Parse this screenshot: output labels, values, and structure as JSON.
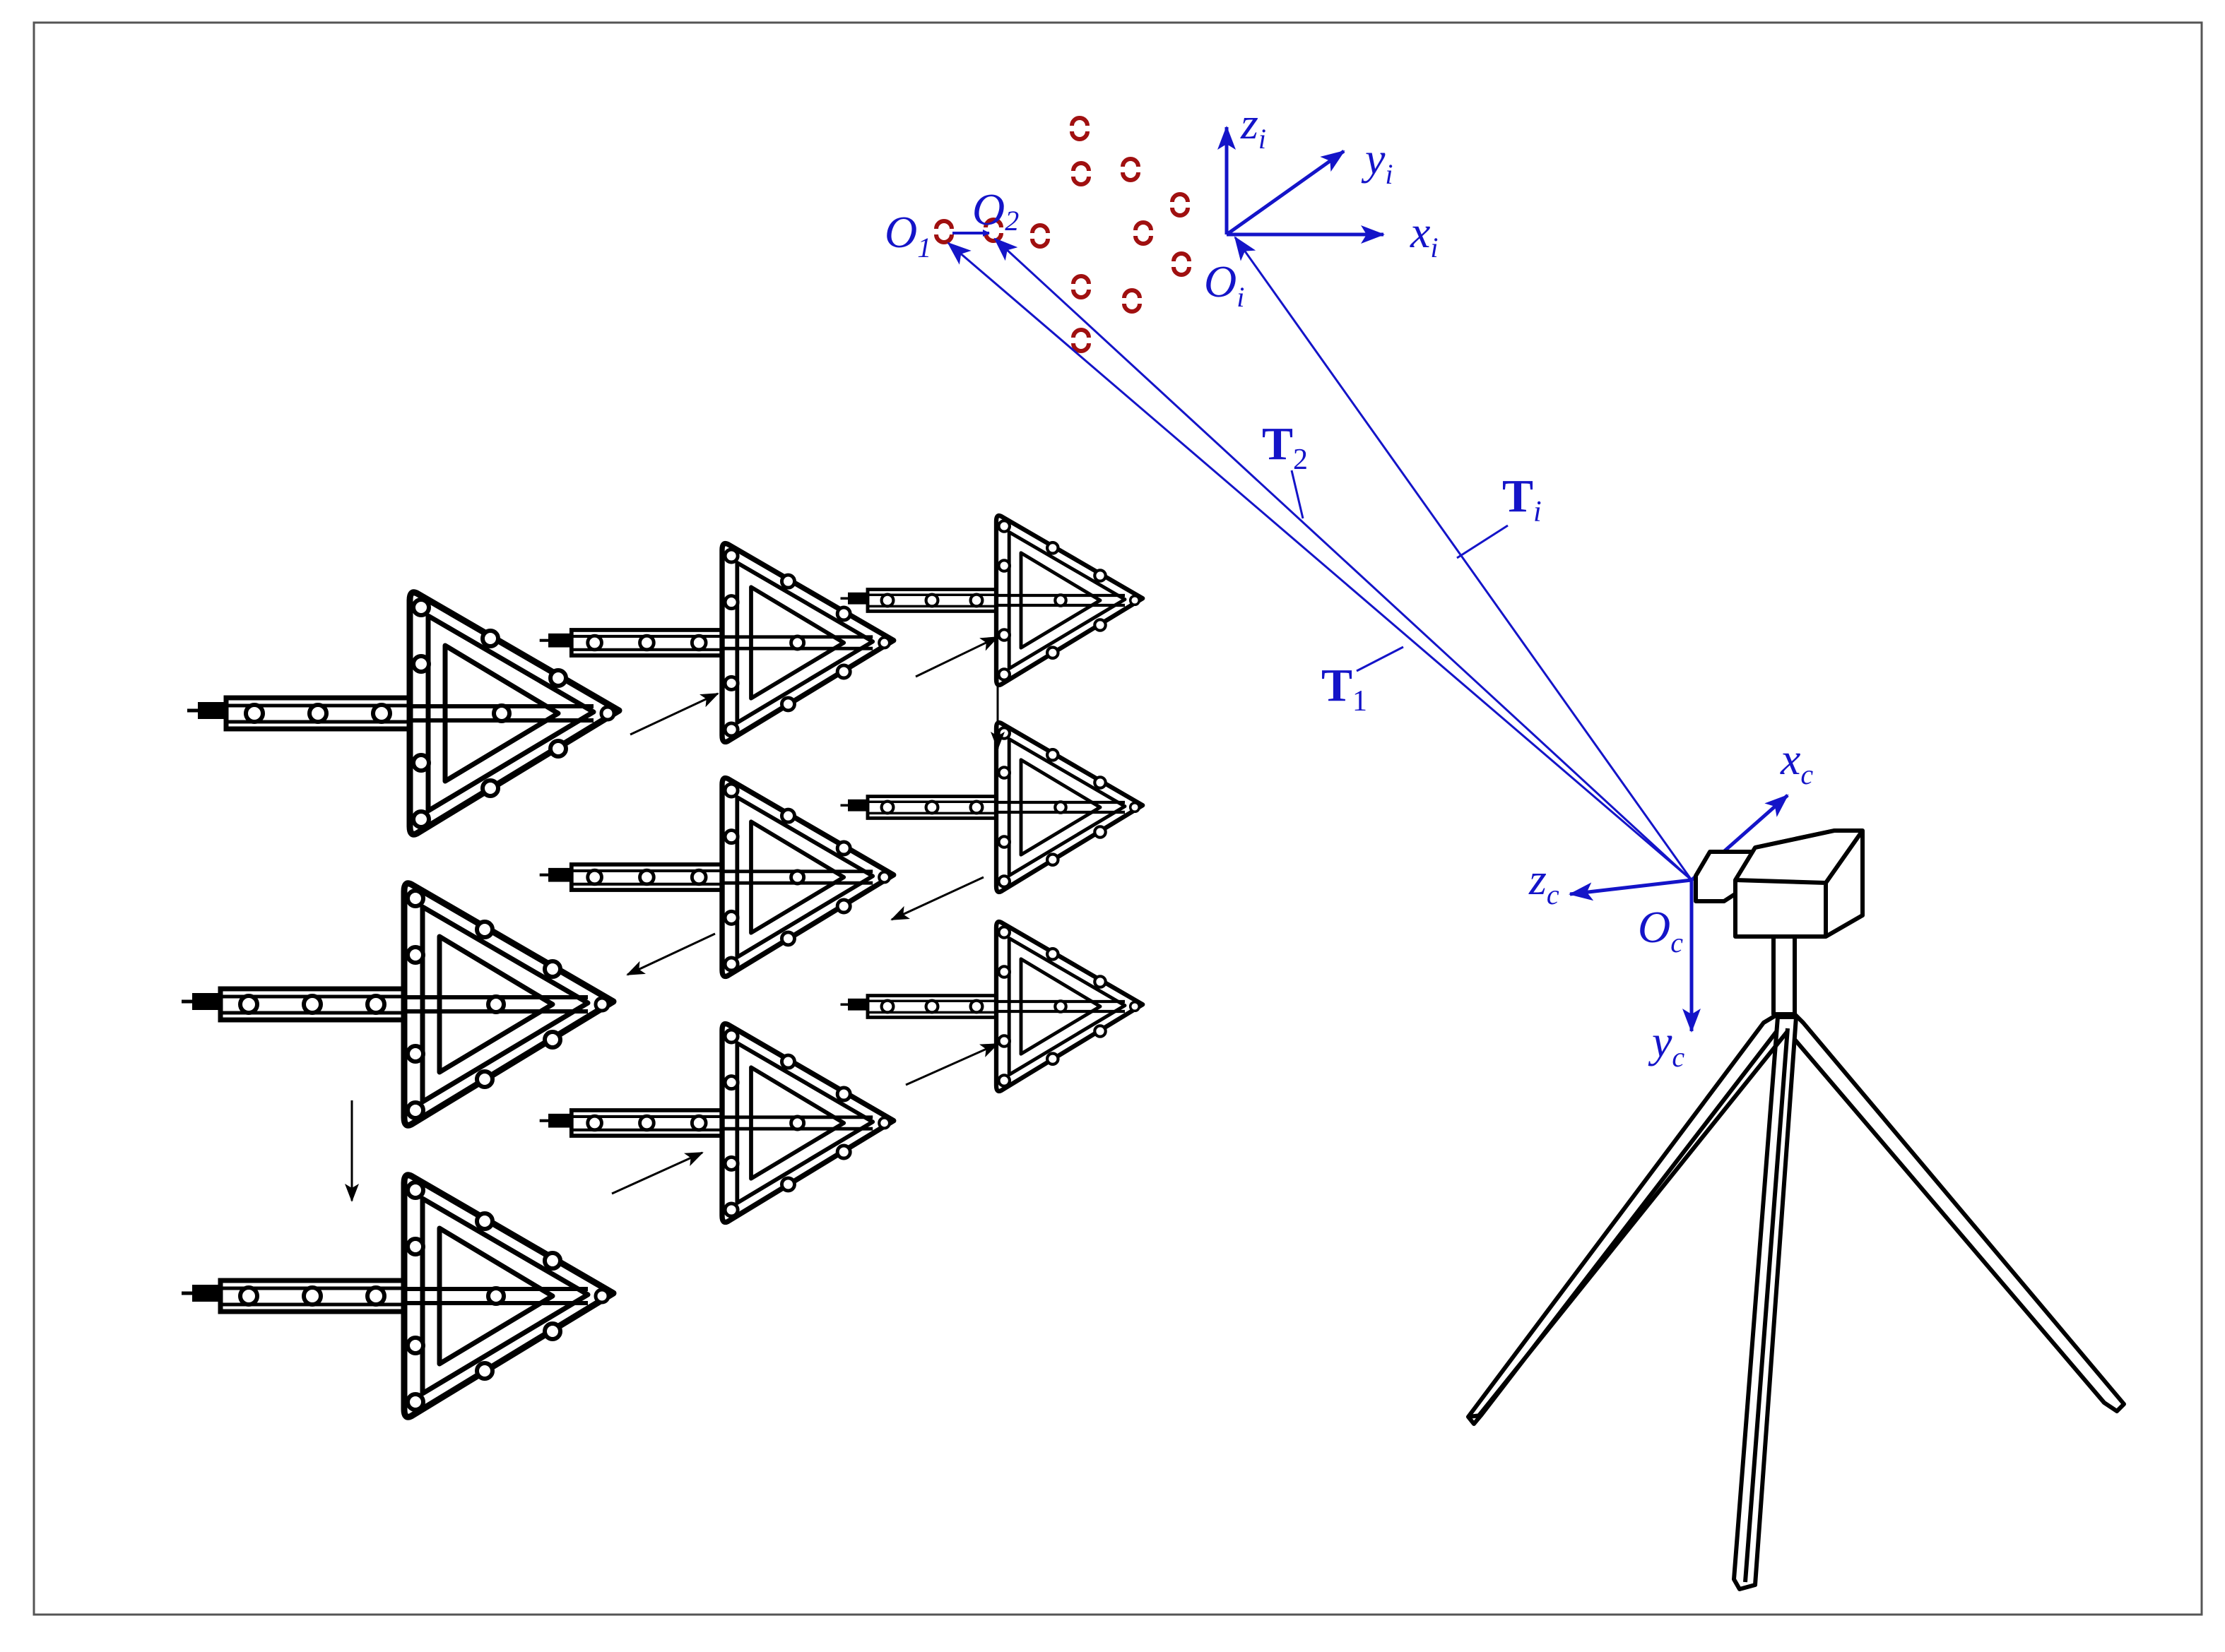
{
  "colors": {
    "accent": "#1414c8",
    "ink": "#000000",
    "markers": "#a01010",
    "frame": "#555555",
    "background": "#ffffff"
  },
  "labels": {
    "zi": "z",
    "zi_sub": "i",
    "yi": "y",
    "yi_sub": "i",
    "xi": "x",
    "xi_sub": "i",
    "Oi": "O",
    "Oi_sub": "i",
    "O1": "O",
    "O1_sub": "1",
    "O2": "O",
    "O2_sub": "2",
    "T1": "T",
    "T1_sub": "1",
    "T2": "T",
    "T2_sub": "2",
    "Ti": "T",
    "Ti_sub": "i",
    "xc": "x",
    "xc_sub": "c",
    "zc": "z",
    "zc_sub": "c",
    "Oc": "O",
    "Oc_sub": "c",
    "yc": "y",
    "yc_sub": "c"
  },
  "probe_poses": [
    {
      "name": "probe-pose-1",
      "scale": 1.0
    },
    {
      "name": "probe-pose-2",
      "scale": 0.82
    },
    {
      "name": "probe-pose-3",
      "scale": 0.7
    },
    {
      "name": "probe-pose-4",
      "scale": 0.7
    },
    {
      "name": "probe-pose-5",
      "scale": 0.82
    },
    {
      "name": "probe-pose-6",
      "scale": 1.0
    },
    {
      "name": "probe-pose-7",
      "scale": 0.7
    },
    {
      "name": "probe-pose-8",
      "scale": 0.82
    },
    {
      "name": "probe-pose-9",
      "scale": 1.0
    }
  ],
  "icons": [
    "measurement-probe-icon",
    "camera-icon",
    "tripod-icon",
    "target-marker-icon"
  ]
}
